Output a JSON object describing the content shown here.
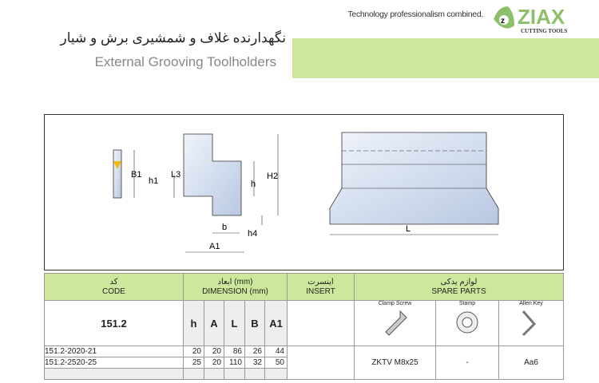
{
  "header": {
    "tagline": "Technology professionalism combined.",
    "logo_text": "ZIAX",
    "logo_sub": "CUTTING TOOLS",
    "title_fa": "نگهدارنده غلاف و شمشیری برش و شیار",
    "title_en": "External Grooving Toolholders"
  },
  "drawing": {
    "labels": {
      "B1": "B1",
      "h1": "h1",
      "L3": "L3",
      "h": "h",
      "H2": "H2",
      "b": "b",
      "h4": "h4",
      "A1": "A1",
      "L": "L"
    }
  },
  "table": {
    "code_fa": "کد",
    "code_en": "CODE",
    "dim_fa": "ابعاد (mm)",
    "dim_en": "DIMENSION (mm)",
    "insert_fa": "اینسرت",
    "insert_en": "INSERT",
    "spare_fa": "لوازم یدکی",
    "spare_en": "SPARE PARTS",
    "family": "151.2",
    "cols": [
      "h",
      "A",
      "L",
      "B",
      "A1"
    ],
    "spare_cols": [
      "Clamp Screw",
      "Stamp",
      "Allen Key"
    ],
    "rows": [
      {
        "code": "151.2-2020-21",
        "v": [
          "20",
          "20",
          "86",
          "26",
          "44"
        ]
      },
      {
        "code": "151.2-2520-25",
        "v": [
          "25",
          "20",
          "110",
          "32",
          "50"
        ]
      }
    ],
    "spare_values": [
      "ZKTV M8x25",
      "-",
      "Aa6"
    ]
  }
}
